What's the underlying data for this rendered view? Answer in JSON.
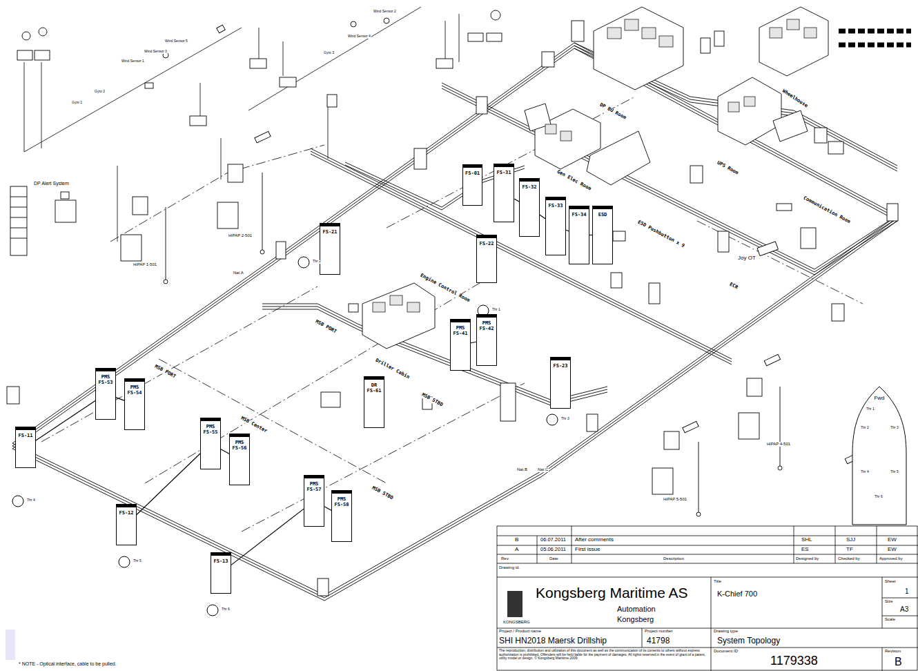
{
  "diagram": {
    "title": "K-Chief 700",
    "nodes": [
      {
        "text": [
          "PMS",
          "FS-53"
        ]
      },
      {
        "text": [
          "PMS",
          "FS-54"
        ]
      },
      {
        "text": [
          "PMS",
          "FS-55"
        ]
      },
      {
        "text": [
          "PMS",
          "FS-56"
        ]
      },
      {
        "text": [
          "PMS",
          "FS-57"
        ]
      },
      {
        "text": [
          "PMS",
          "FS-58"
        ]
      },
      {
        "text": [
          "FS-11"
        ]
      },
      {
        "text": [
          "FS-12"
        ]
      },
      {
        "text": [
          "FS-13"
        ]
      },
      {
        "text": [
          "FS-21"
        ]
      },
      {
        "text": [
          "FS-22"
        ]
      },
      {
        "text": [
          "FS-23"
        ]
      },
      {
        "text": [
          "DR",
          "FS-61"
        ]
      },
      {
        "text": [
          "PMS",
          "FS-41"
        ]
      },
      {
        "text": [
          "PMS",
          "FS-42"
        ]
      },
      {
        "text": [
          "FS-31"
        ]
      },
      {
        "text": [
          "FS-32"
        ]
      },
      {
        "text": [
          "FS-33"
        ]
      },
      {
        "text": [
          "FS-34"
        ]
      },
      {
        "text": [
          "ESD"
        ]
      },
      {
        "text": [
          "FS-01"
        ]
      },
      {
        "text": [
          "Fwd"
        ]
      }
    ],
    "edges": [
      {
        "from": 0,
        "to": 1,
        "arrow": "none"
      },
      {
        "from": 2,
        "to": 3,
        "arrow": "none"
      },
      {
        "from": 4,
        "to": 5,
        "arrow": "none"
      },
      {
        "from": 13,
        "to": 14,
        "arrow": "none"
      },
      {
        "from": 15,
        "to": 16,
        "arrow": "none"
      },
      {
        "from": 16,
        "to": 17,
        "arrow": "none"
      },
      {
        "from": 17,
        "to": 18,
        "arrow": "none"
      },
      {
        "from": 18,
        "to": 19,
        "arrow": "none"
      },
      {
        "from": 6,
        "to": 0,
        "arrow": "none"
      },
      {
        "from": 7,
        "to": 2,
        "arrow": "none"
      },
      {
        "from": 8,
        "to": 4,
        "arrow": "none"
      }
    ],
    "labels": [
      "Wheelhouse",
      "DP BU Room",
      "UPS Room",
      "Gen Elec Room",
      "ESD Pushbutton x 9",
      "Communication Room",
      "ECR",
      "Engine Control Room",
      "Driller Cabin",
      "MSB PORT",
      "MSB PORT",
      "MSB Center",
      "MSB STBD",
      "MSB STBD",
      "Nat A",
      "Nat B",
      "Nat C",
      "HiPAP 1-501",
      "HiPAP 2-501",
      "HiPAP 4-501",
      "HiPAP 5-501",
      "Joy OT",
      "DP Alert System",
      "Wind Sensor 1",
      "Wind Sensor 3",
      "Wind Sensor 5",
      "Wind Sensor 4",
      "Wind Sensor 2",
      "Gyro 1",
      "Gyro 2",
      "Gyro 3",
      "Thr 2",
      "Thr 1",
      "Thr 3",
      "Thr 4",
      "Thr 5",
      "Thr 6",
      "Thr 1",
      "Thr 2",
      "Thr 3",
      "Thr 4",
      "Thr 5",
      "Thr 6",
      "* NOTE - Optical interface, cable to be pulled.",
      "B",
      "06.07.2011",
      "After comments",
      "SHL",
      "SJJ",
      "EW",
      "A",
      "05.06.2011",
      "First issue",
      "ES",
      "TF",
      "EW",
      "Rev.",
      "Date",
      "Description",
      "Designed by",
      "Checked by",
      "Approved by",
      "Drawing id.",
      "Kongsberg Maritime AS",
      "Automation",
      "Kongsberg",
      "KONGSBERG",
      "Title",
      "Sheet",
      "1",
      "Size",
      "A3",
      "Scale",
      "Project / Product name",
      "SHI HN2018 Maersk Drillship",
      "Project number",
      "41798",
      "Drawing type",
      "System Topology",
      "The reproduction, distribution and utilization of this document as well as the communication of its contents to others without express authorization is prohibited. Offenders will be held liable for the payment of damages. All rights reserved in the event of grant of a patent, utility model or design. © Kongsberg Maritime 2009",
      "Document ID",
      "1179338",
      "Revision",
      "B"
    ]
  }
}
